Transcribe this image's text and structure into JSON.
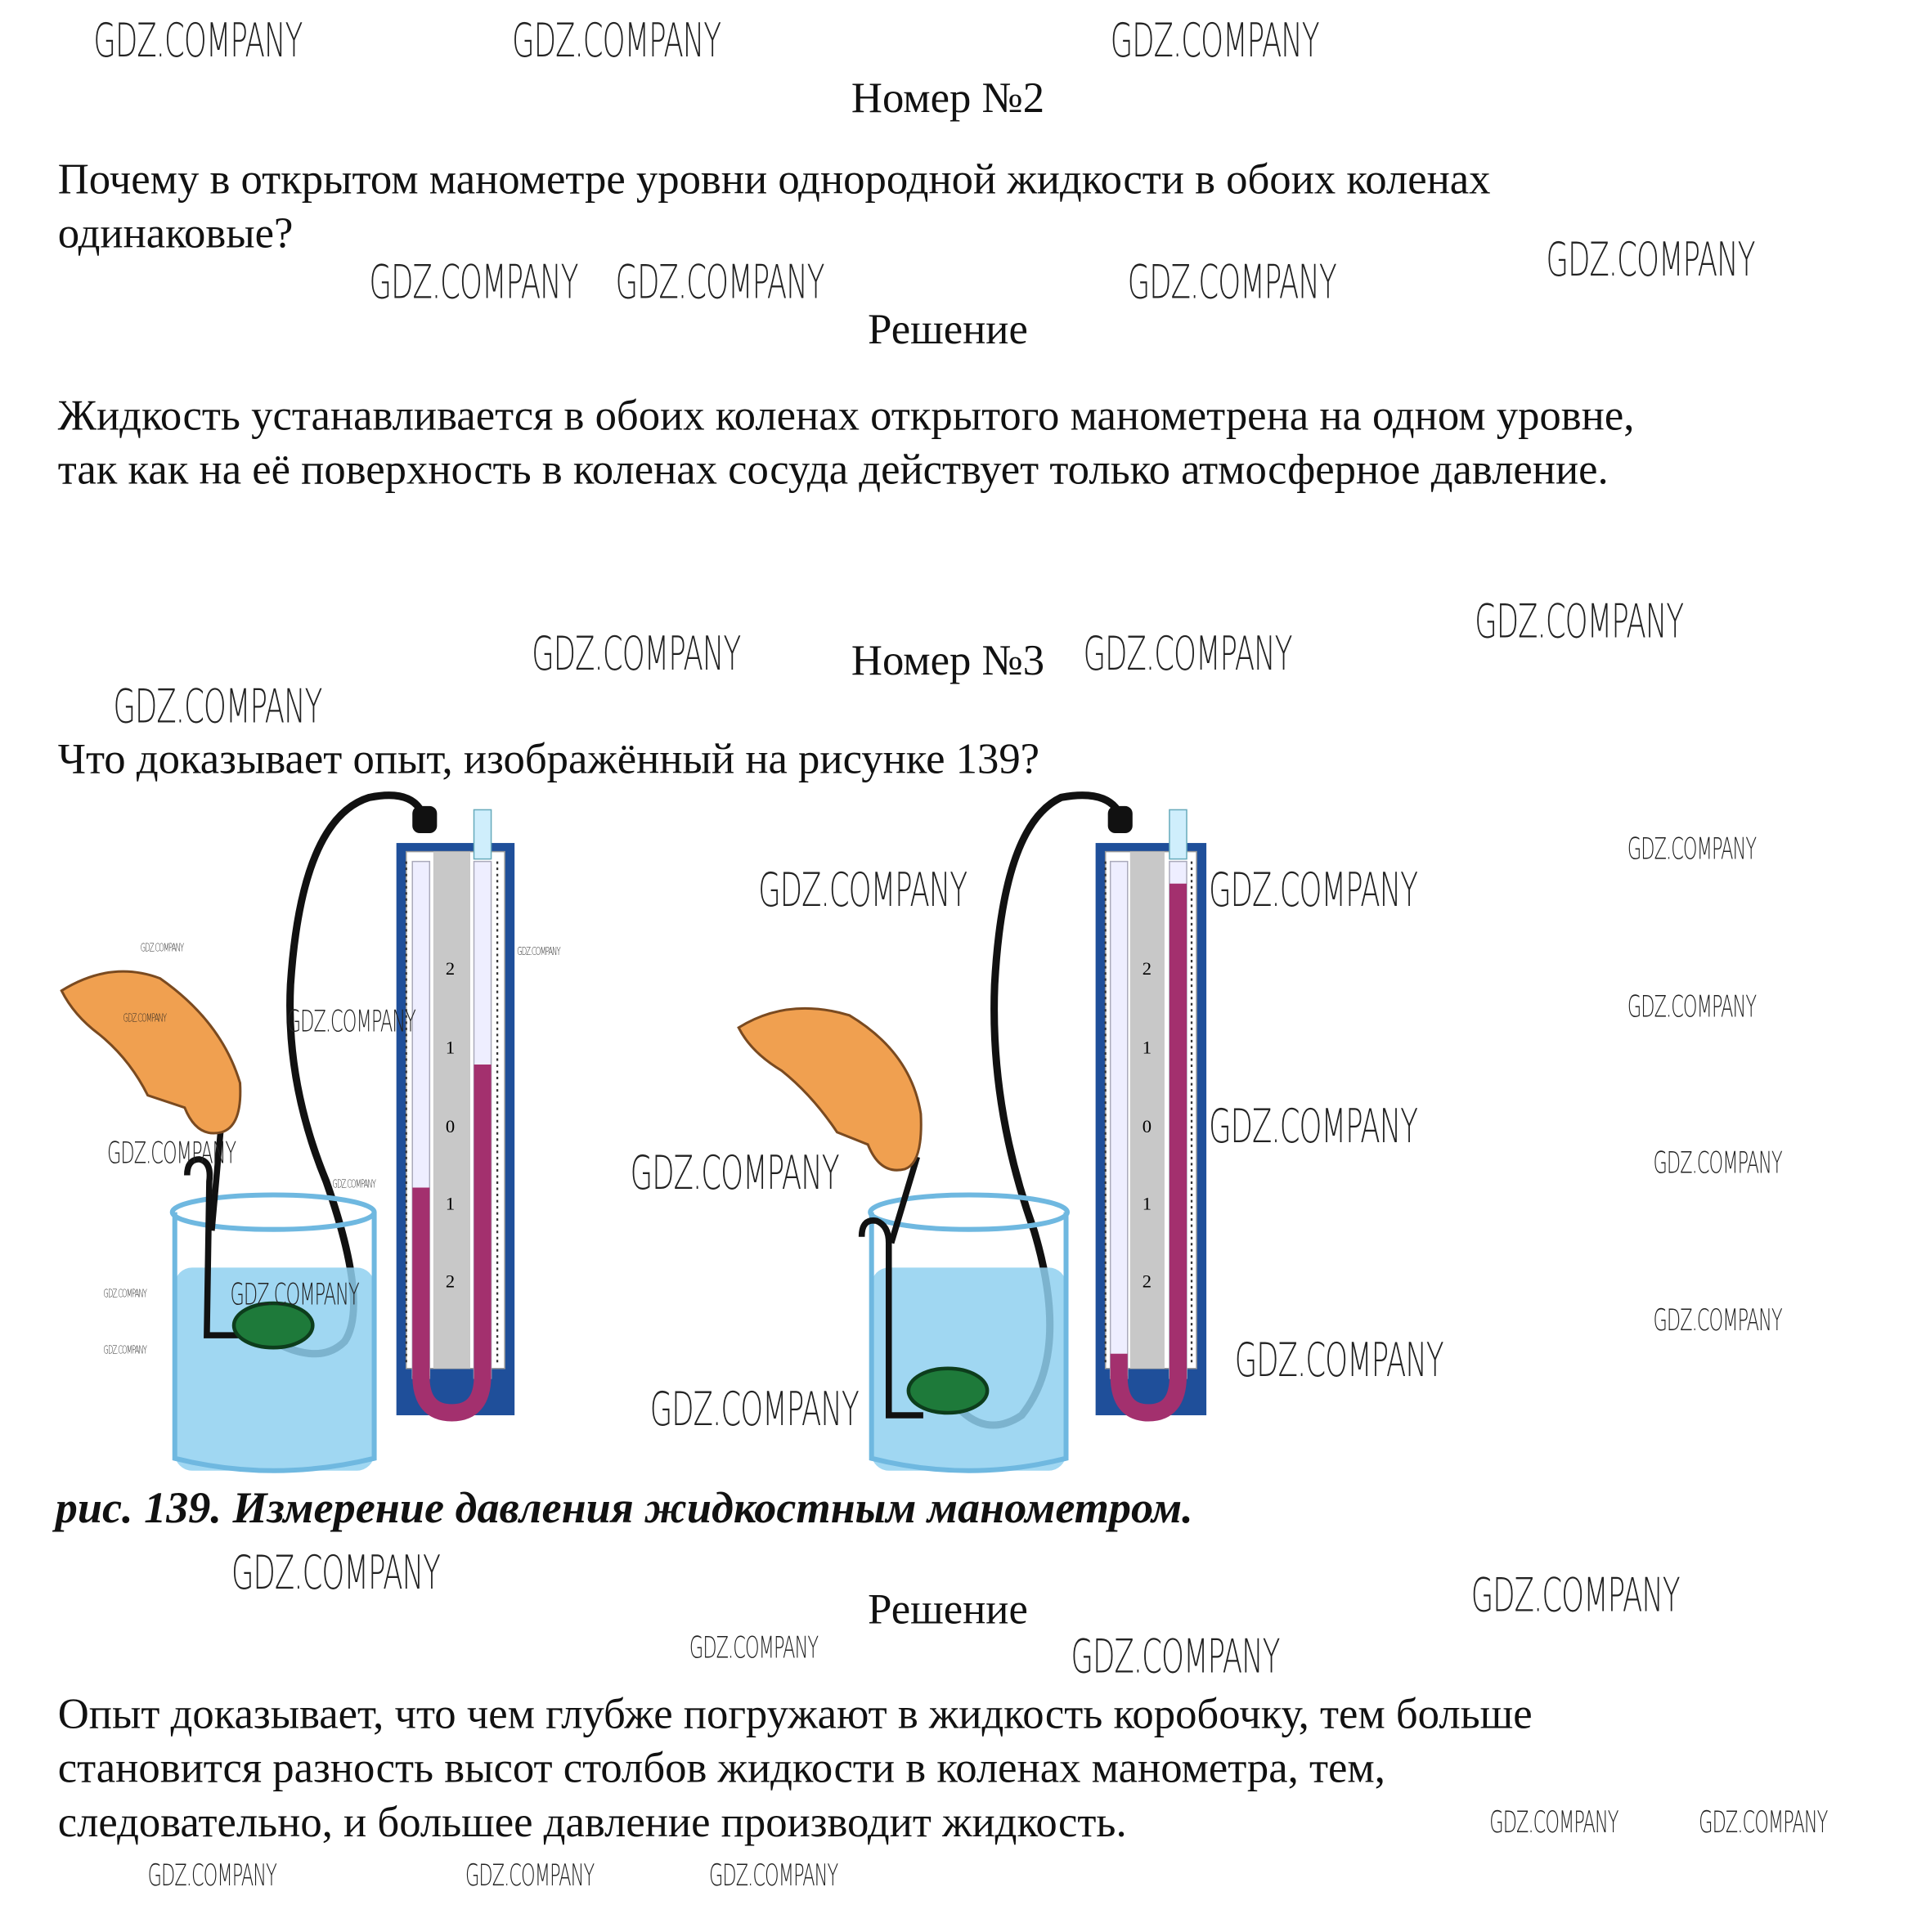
{
  "section2": {
    "title": "Номер №2",
    "question_lines": [
      "Почему в открытом манометре уровни однородной жидкости в обоих коленах",
      "одинаковые?"
    ],
    "solution_heading": "Решение",
    "answer_lines": [
      "Жидкость устанавливается в обоих коленах открытого манометрена на одном уровне,",
      "так как на её поверхность в коленах сосуда действует только атмосферное давление."
    ]
  },
  "section3": {
    "title": "Номер №3",
    "question": "Что доказывает опыт, изображённый на рисунке 139?",
    "figure_caption": "рис. 139. Измерение давления жидкостным манометром.",
    "scale_labels": [
      "2",
      "1",
      "0",
      "1",
      "2"
    ],
    "solution_heading": "Решение",
    "answer_lines": [
      "Опыт доказывает, что чем глубже погружают в жидкость коробочку, тем больше",
      "становится разность высот столбов жидкости в коленах манометра, тем,",
      "следовательно, и большее давление производит жидкость."
    ]
  },
  "watermark": "GDZ.COMPANY",
  "colors": {
    "liquid": "#a3306e",
    "frame": "#1f4f9a",
    "water": "#8fd0f0",
    "hand": "#f0a050",
    "disc": "#1e7a3a"
  }
}
